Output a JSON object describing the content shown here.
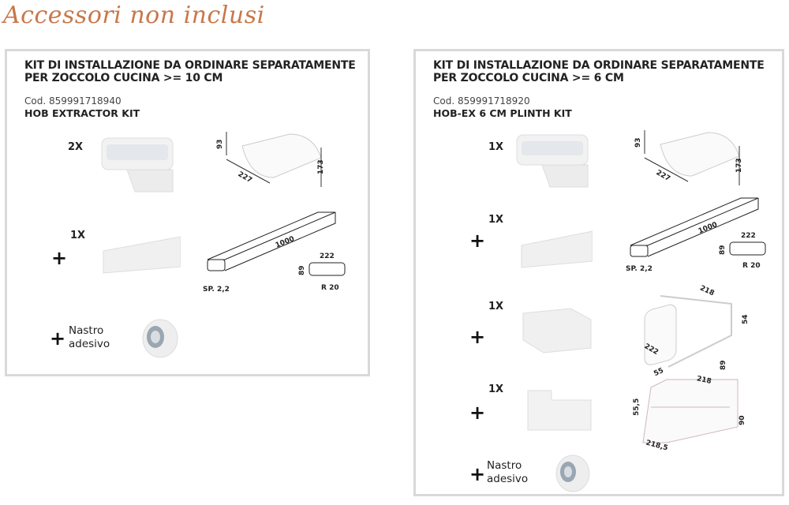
{
  "heading": "Accessori non inclusi",
  "kits": [
    {
      "title_line1": "KIT DI INSTALLAZIONE DA ORDINARE SEPARATAMENTE",
      "title_line2": "PER ZOCCOLO CUCINA >= 10 CM",
      "code": "Cod. 859991718940",
      "name": "HOB EXTRACTOR KIT",
      "items": [
        {
          "qty": "2X",
          "dims": {
            "a": "93",
            "b": "227",
            "c": "173"
          }
        },
        {
          "qty": "1X",
          "dims": {
            "length": "1000",
            "width": "222",
            "height": "89",
            "radius": "R 20",
            "thickness": "SP. 2,2"
          }
        }
      ],
      "tape": {
        "line1": "Nastro",
        "line2": "adesivo"
      }
    },
    {
      "title_line1": "KIT DI INSTALLAZIONE DA ORDINARE SEPARATAMENTE",
      "title_line2": "PER ZOCCOLO CUCINA >= 6 CM",
      "code": "Cod. 859991718920",
      "name": "HOB-EX 6 CM PLINTH KIT",
      "items": [
        {
          "qty": "1X",
          "dims": {
            "a": "93",
            "b": "227",
            "c": "173"
          }
        },
        {
          "qty": "1X",
          "dims": {
            "length": "1000",
            "width": "222",
            "height": "89",
            "radius": "R 20",
            "thickness": "SP. 2,2"
          }
        },
        {
          "qty": "1X",
          "dims": {
            "a": "218",
            "b": "54",
            "c": "222",
            "d": "89"
          }
        },
        {
          "qty": "1X",
          "dims": {
            "a": "55",
            "b": "218",
            "c": "55,5",
            "d": "90",
            "e": "218,5"
          }
        }
      ],
      "tape": {
        "line1": "Nastro",
        "line2": "adesivo"
      }
    }
  ],
  "colors": {
    "heading": "#c8784a",
    "border": "#d9d9d9"
  }
}
